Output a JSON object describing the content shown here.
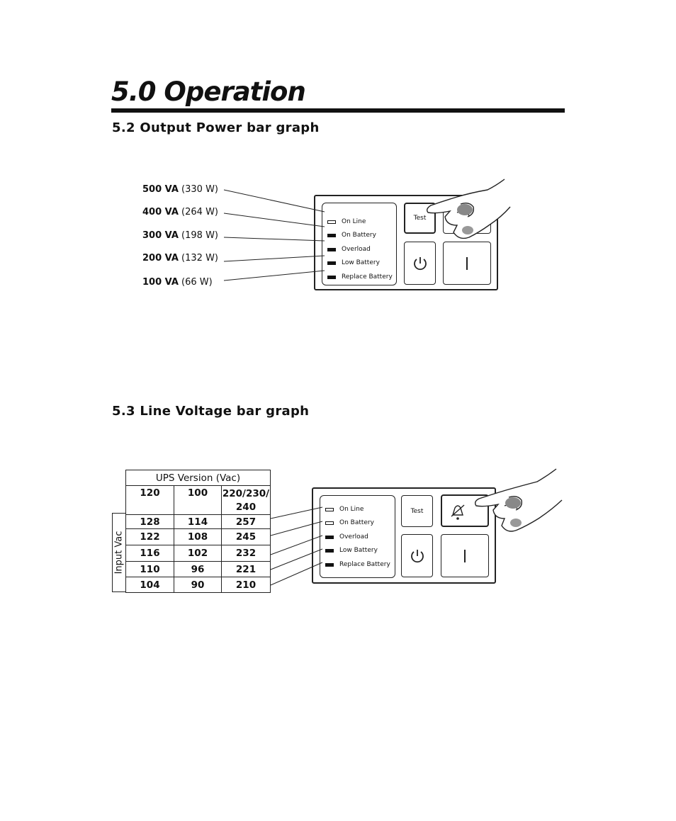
{
  "page": {
    "chapter_title": "5.0 Operation"
  },
  "section_52": {
    "title": "5.2 Output Power bar graph",
    "labels": [
      {
        "va": "500 VA",
        "watts": "(330 W)"
      },
      {
        "va": "400 VA",
        "watts": "(264 W)"
      },
      {
        "va": "300 VA",
        "watts": "(198 W)"
      },
      {
        "va": "200 VA",
        "watts": "(132 W)"
      },
      {
        "va": "100 VA",
        "watts": "(66 W)"
      }
    ],
    "panel": {
      "leds": [
        {
          "label": "On Line",
          "state": "lit"
        },
        {
          "label": "On Battery",
          "state": "dark"
        },
        {
          "label": "Overload",
          "state": "dark"
        },
        {
          "label": "Low Battery",
          "state": "dark"
        },
        {
          "label": "Replace Battery",
          "state": "dark"
        }
      ],
      "test_label": "Test",
      "standby_icon": "power-standby-icon",
      "on_icon": "power-on-bar-icon",
      "finger_icon": "pressing-hand-icon"
    }
  },
  "section_53": {
    "title": "5.3 Line Voltage bar graph",
    "table": {
      "header": "UPS Version (Vac)",
      "columns": [
        "120",
        "100",
        "220/230/",
        "240"
      ],
      "row_label": "Input Vac",
      "rows": [
        [
          "128",
          "114",
          "257"
        ],
        [
          "122",
          "108",
          "245"
        ],
        [
          "116",
          "102",
          "232"
        ],
        [
          "110",
          "96",
          "221"
        ],
        [
          "104",
          "90",
          "210"
        ]
      ]
    },
    "panel": {
      "leds": [
        {
          "label": "On Line",
          "state": "lit"
        },
        {
          "label": "On Battery",
          "state": "lit"
        },
        {
          "label": "Overload",
          "state": "dark"
        },
        {
          "label": "Low Battery",
          "state": "dark"
        },
        {
          "label": "Replace Battery",
          "state": "dark"
        }
      ],
      "test_label": "Test",
      "alarm_icon": "alarm-silence-icon",
      "standby_icon": "power-standby-icon",
      "on_icon": "power-on-bar-icon",
      "finger_icon": "pressing-hand-icon"
    }
  }
}
